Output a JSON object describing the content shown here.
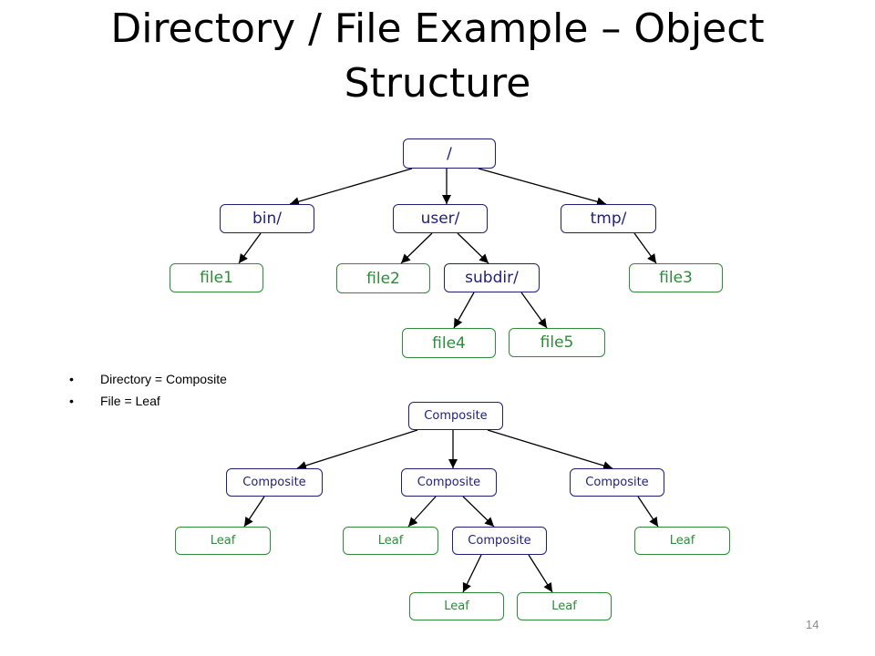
{
  "title": {
    "line1": "Directory / File Example – Object",
    "line2": "Structure"
  },
  "tree1": {
    "root": "/",
    "bin": "bin/",
    "user": "user/",
    "tmp": "tmp/",
    "file1": "file1",
    "file2": "file2",
    "subdir": "subdir/",
    "file3": "file3",
    "file4": "file4",
    "file5": "file5"
  },
  "bullets": [
    "Directory = Composite",
    "File = Leaf"
  ],
  "tree2": {
    "root": "Composite",
    "left": "Composite",
    "middle": "Composite",
    "right": "Composite",
    "leaf1": "Leaf",
    "leaf2": "Leaf",
    "sub": "Composite",
    "leaf3": "Leaf",
    "leaf4": "Leaf",
    "leaf5": "Leaf"
  },
  "colors": {
    "composite": "#1f1f7a",
    "leaf": "#2e8b3a",
    "edge": "#000000"
  },
  "page_number": "14"
}
